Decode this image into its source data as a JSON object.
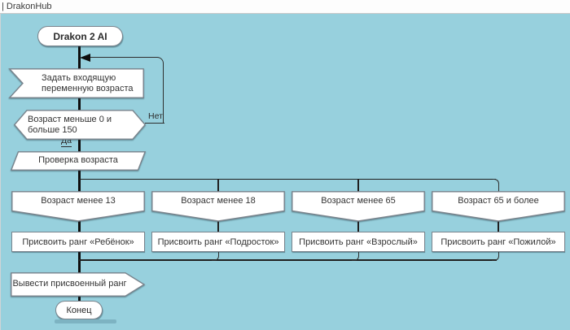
{
  "window": {
    "title": "| DrakonHub"
  },
  "colors": {
    "canvas_background": "#97d0dd",
    "shape_fill": "#ffffff",
    "shape_border": "#79838c",
    "connector": "#1a1a1a"
  },
  "diagram": {
    "start": {
      "label": "Drakon 2 AI"
    },
    "input": {
      "label": "Задать входящую переменную возраста"
    },
    "question": {
      "label": "Возраст меньше 0 и больше 150",
      "yes_label": "Да",
      "no_label": "Нет"
    },
    "choice": {
      "label": "Проверка возраста"
    },
    "branches": [
      {
        "case": "Возраст менее 13",
        "action": "Присвоить ранг «Ребёнок»"
      },
      {
        "case": "Возраст менее 18",
        "action": "Присвоить ранг «Подросток»"
      },
      {
        "case": "Возраст менее 65",
        "action": "Присвоить ранг «Взрослый»"
      },
      {
        "case": "Возраст 65 и более",
        "action": "Присвоить ранг «Пожилой»"
      }
    ],
    "output": {
      "label": "Вывести присвоенный ранг"
    },
    "end": {
      "label": "Конец"
    }
  }
}
